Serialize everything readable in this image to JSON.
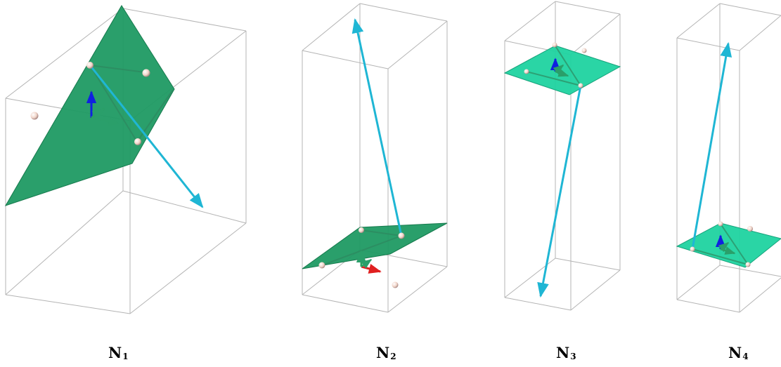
{
  "figures": [
    {
      "name": "N",
      "index": "1"
    },
    {
      "name": "N",
      "index": "2"
    },
    {
      "name": "N",
      "index": "3"
    },
    {
      "name": "N",
      "index": "4"
    }
  ],
  "colors": {
    "box_edge": "#b4b4b4",
    "plane_dark": "#1f9a63",
    "plane_light": "#1fd3a0",
    "vector_cyan": "#1fb6d4",
    "axis_blue": "#1020e0",
    "axis_red": "#e02020",
    "axis_green": "#2aa060",
    "sphere": "#f0d8d0"
  }
}
